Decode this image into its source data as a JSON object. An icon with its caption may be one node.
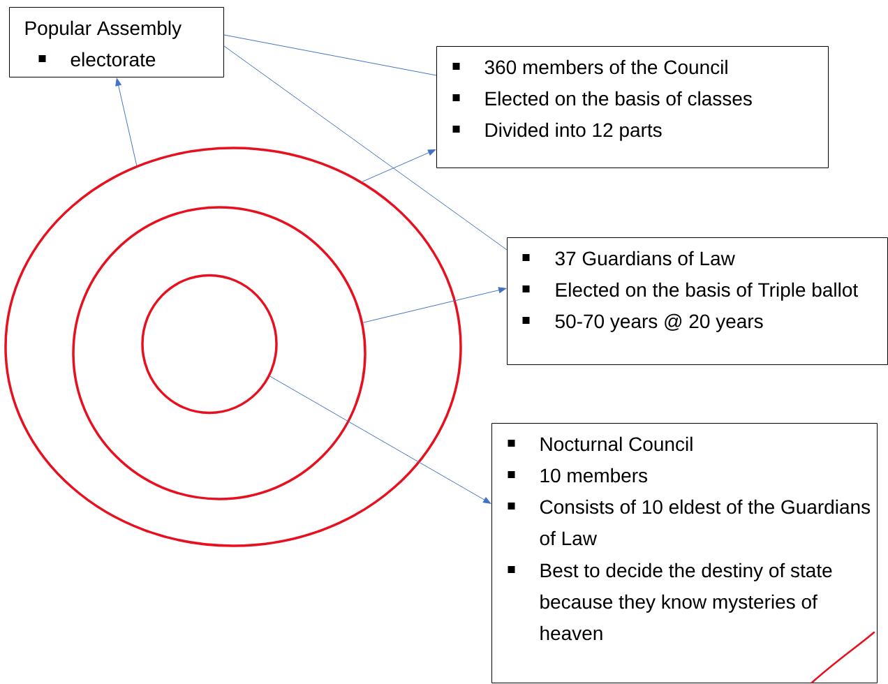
{
  "diagram": {
    "nodes": [
      {
        "text": [
          "Popular Assembly",
          "electorate"
        ]
      },
      {
        "text": [
          "360 members of the Council",
          "Elected on the basis of classes",
          "Divided into 12 parts"
        ]
      },
      {
        "text": [
          "37 Guardians of Law",
          "Elected on the basis of Triple ballot",
          "50-70 years @ 20 years"
        ]
      },
      {
        "text": [
          "Nocturnal Council",
          "10 members",
          "Consists of 10 eldest of the Guardians of Law",
          "Best to decide the destiny of state because they know mysteries of heaven"
        ]
      },
      {
        "text": [],
        "shape": "circle"
      },
      {
        "text": [],
        "shape": "circle",
        "in": 4
      },
      {
        "text": [],
        "shape": "circle",
        "in": 5
      }
    ],
    "edges": [
      {
        "from": 4,
        "to": 0,
        "arrow": "to"
      },
      {
        "from": 4,
        "to": 1,
        "arrow": "to"
      },
      {
        "from": 5,
        "to": 2,
        "arrow": "to"
      },
      {
        "from": 6,
        "to": 3,
        "arrow": "to"
      },
      {
        "from": 0,
        "to": 1,
        "arrow": "none"
      },
      {
        "from": 0,
        "to": 2,
        "arrow": "none"
      }
    ]
  }
}
